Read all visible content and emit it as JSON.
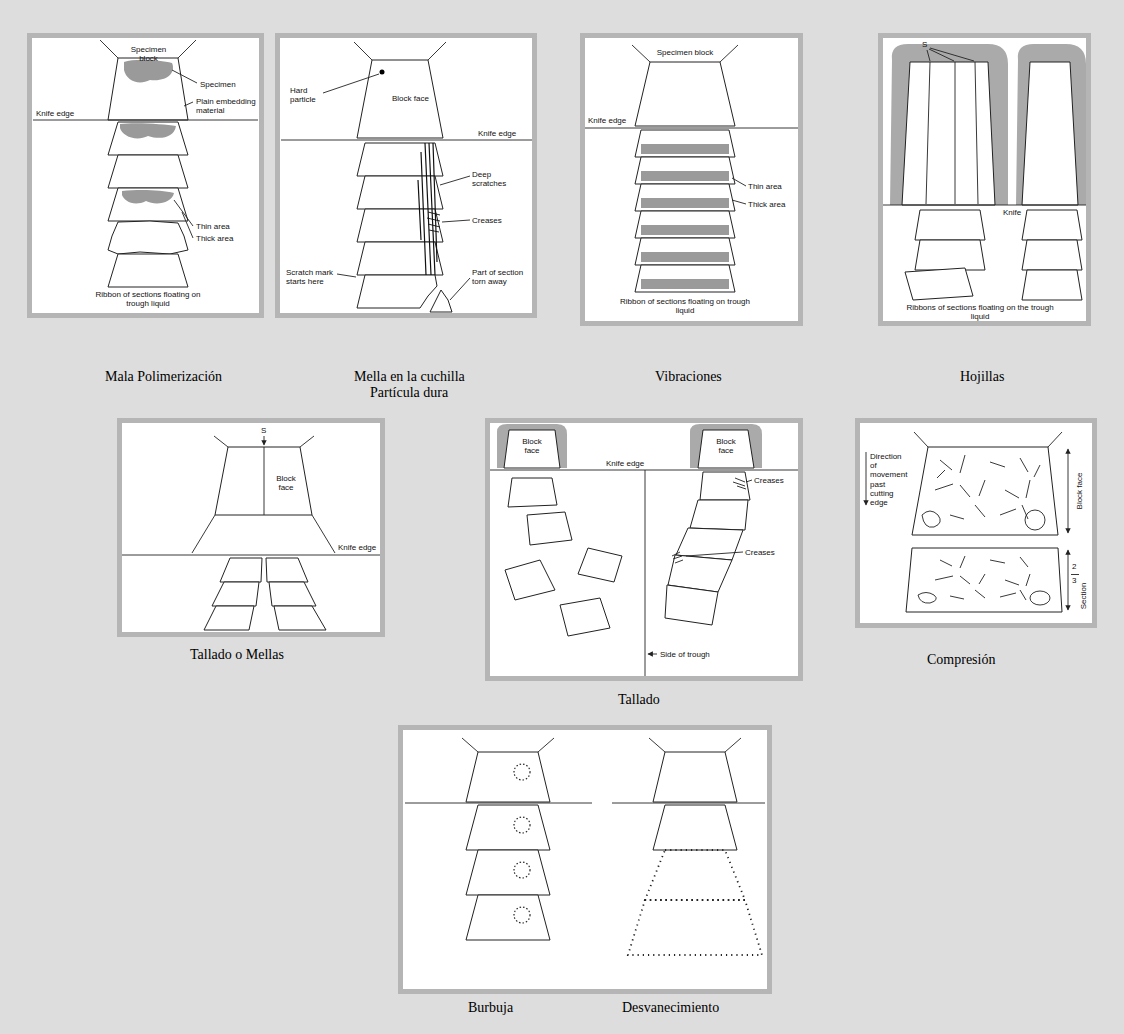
{
  "diagram": {
    "nodes": [
      {
        "text": [
          "Mala Polimerización"
        ]
      },
      {
        "text": [
          "Mella en la cuchilla",
          "Partícula dura"
        ]
      },
      {
        "text": [
          "Vibraciones"
        ]
      },
      {
        "text": [
          "Hojillas"
        ]
      },
      {
        "text": [
          "Tallado o Mellas"
        ]
      },
      {
        "text": [
          "Tallado"
        ]
      },
      {
        "text": [
          "Compresión"
        ]
      },
      {
        "text": [
          "Burbuja",
          "Desvanecimiento"
        ]
      }
    ],
    "labels": [
      "Specimen block",
      "Specimen",
      "Plain embedding material",
      "Knife edge",
      "Thin area",
      "Thick area",
      "Ribbon of sections floating on trough liquid",
      "Hard particle",
      "Block face",
      "Knife edge",
      "Deep scratches",
      "Creases",
      "Scratch mark starts here",
      "Part of section torn away",
      "Specimen block",
      "Knife edge",
      "Thin area",
      "Thick area",
      "Ribbon of sections floating on trough liquid",
      "S",
      "Knife",
      "Ribbons of sections floating on the trough liquid",
      "S",
      "Block face",
      "Knife edge",
      "Block face",
      "Knife edge",
      "Block face",
      "Creases",
      "Creases",
      "Side of trough",
      "Direction of movement past cutting edge",
      "Block face",
      "2",
      "3",
      "Section"
    ]
  }
}
